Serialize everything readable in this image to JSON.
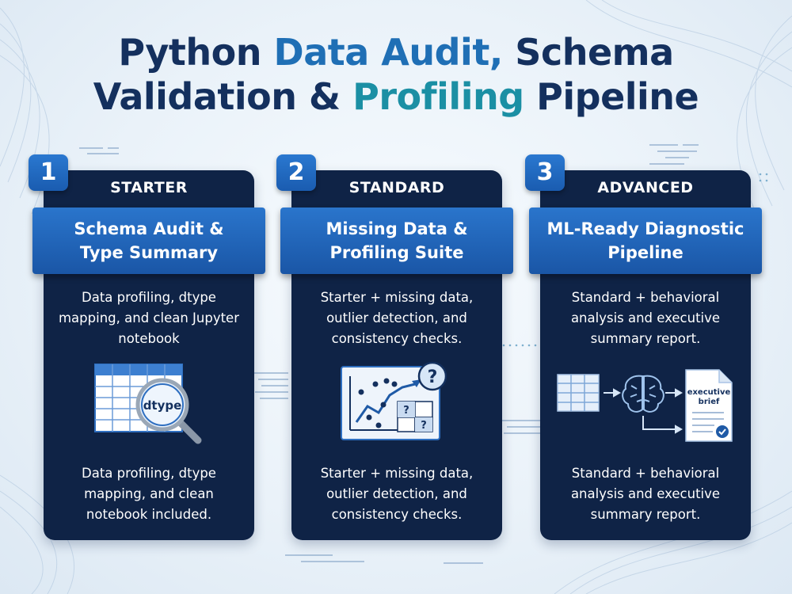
{
  "title": {
    "part1": "Python ",
    "part2": "Data Audit,",
    "part3": " Schema",
    "part4": "Validation & ",
    "part5": "Profiling",
    "part6": " Pipeline"
  },
  "colors": {
    "title": "#14305e",
    "accent_blue": "#1f6fb5",
    "accent_teal": "#1b8fa4",
    "card_bg": "#0f2346",
    "banner": "#2a75cc"
  },
  "tiers": [
    {
      "number": "1",
      "tier": "STARTER",
      "name": "Schema Audit & Type Summary",
      "top_text": "Data profiling, dtype mapping, and clean Jupyter notebook",
      "icon_label": "dtype",
      "icon": "table-magnifier-icon",
      "bottom_text": "Data profiling, dtype mapping, and clean notebook included."
    },
    {
      "number": "2",
      "tier": "STANDARD",
      "name": "Missing Data & Profiling Suite",
      "top_text": "Starter + missing data, outlier detection, and consistency checks.",
      "icon_label_1": "?",
      "icon_label_2": "?",
      "icon_label_3": "?",
      "icon": "scatter-chart-question-icon",
      "bottom_text": "Starter + missing data, outlier detection, and consistency checks."
    },
    {
      "number": "3",
      "tier": "ADVANCED",
      "name": "ML-Ready Diagnostic Pipeline",
      "top_text": "Standard + behavioral analysis and executive summary report.",
      "icon_label_1": "executive",
      "icon_label_2": "brief",
      "icon": "table-brain-report-icon",
      "bottom_text": "Standard + behavioral analysis and executive summary report."
    }
  ]
}
